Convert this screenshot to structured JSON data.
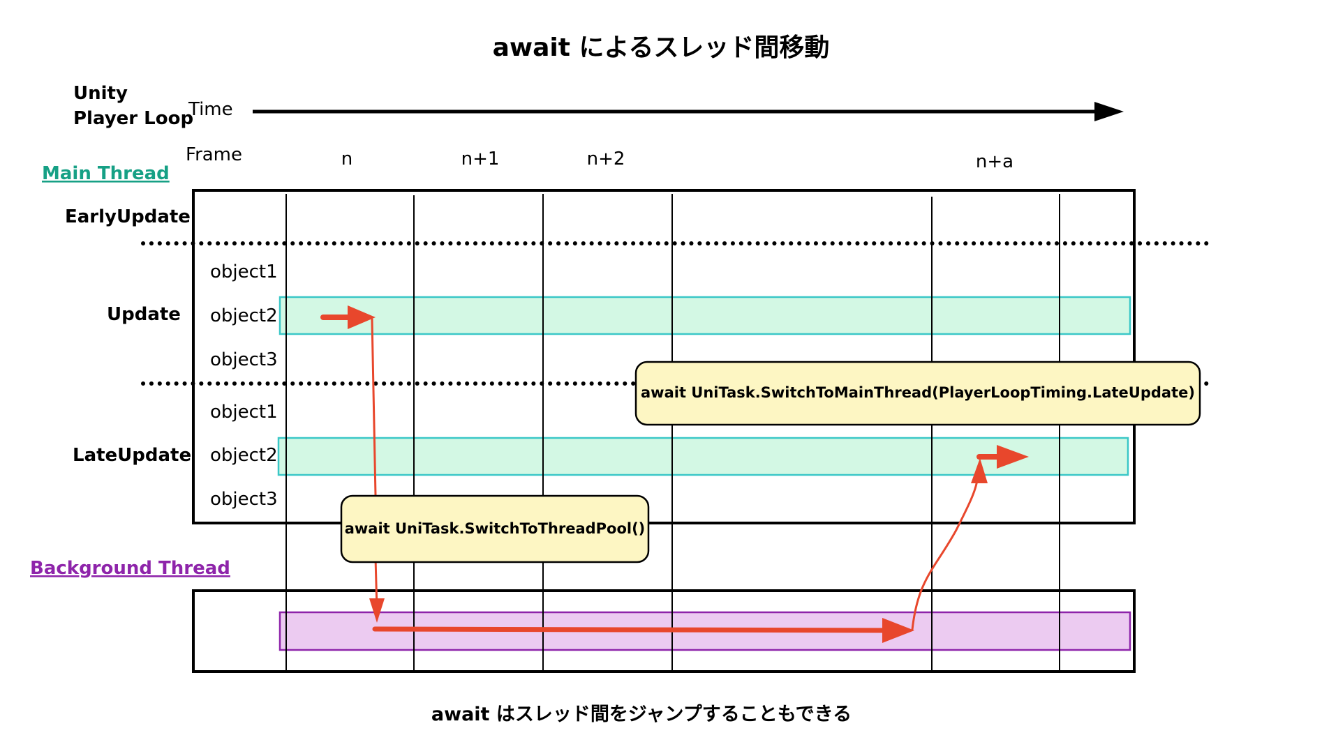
{
  "title": "await によるスレッド間移動",
  "footer": "await はスレッド間をジャンプすることもできる",
  "legend": {
    "unity_line1": "Unity",
    "unity_line2": "Player Loop",
    "time": "Time",
    "frame": "Frame"
  },
  "frames": {
    "n": "n",
    "n1": "n+1",
    "n2": "n+2",
    "na": "n+a"
  },
  "threads": {
    "main": "Main Thread",
    "background": "Background Thread"
  },
  "phases": {
    "early_update": "EarlyUpdate",
    "update": "Update",
    "late_update": "LateUpdate"
  },
  "objects": {
    "update": [
      "object1",
      "object2",
      "object3"
    ],
    "late_update": [
      "object1",
      "object2",
      "object3"
    ]
  },
  "callouts": {
    "to_thread_pool": "await UniTask.SwitchToThreadPool()",
    "to_main_thread": "await UniTask.SwitchToMainThread(PlayerLoopTiming.LateUpdate)"
  },
  "colors": {
    "arrow": "#e8472c",
    "main_band": "#d3f8e4",
    "main_band_border": "#3ac7c7",
    "bg_band": "#eccbf1",
    "bg_band_border": "#8e24aa",
    "callout_fill": "#fdf6c3",
    "main_thread_label": "#16a085",
    "background_thread_label": "#8e24aa"
  }
}
